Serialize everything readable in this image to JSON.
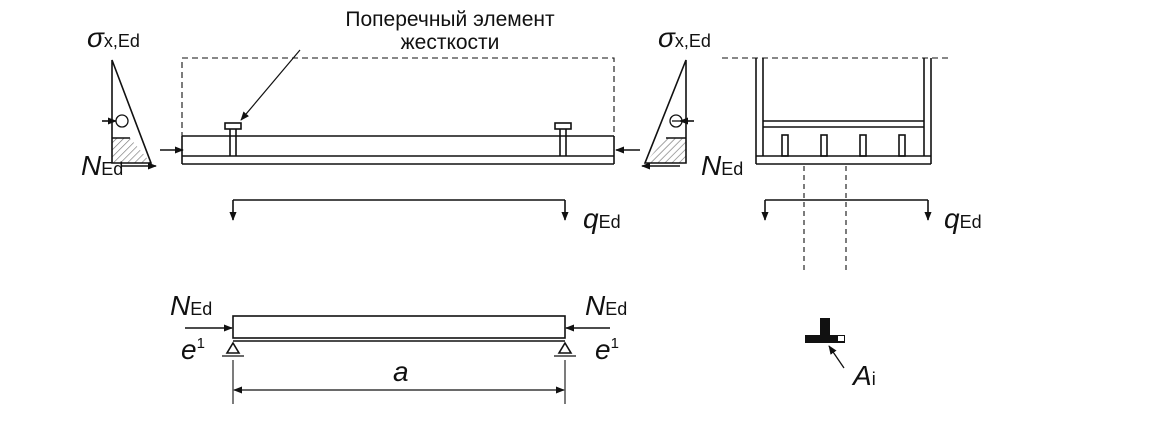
{
  "callout": {
    "line1": "Поперечный элемент",
    "line2": "жесткости"
  },
  "symbols": {
    "sigma_main": "σ",
    "sigma_sub": "x,Ed",
    "N_main": "N",
    "N_sub": "Ed",
    "q_main": "q",
    "q_sub": "Ed",
    "e_main": "e",
    "e_sup": "1",
    "a": "a",
    "A_main": "A",
    "A_sub": "i",
    "tension_sign": "○",
    "compression_sign": "⊖"
  },
  "colors": {
    "line": "#111111",
    "hatch": "#777777",
    "background": "#ffffff"
  }
}
